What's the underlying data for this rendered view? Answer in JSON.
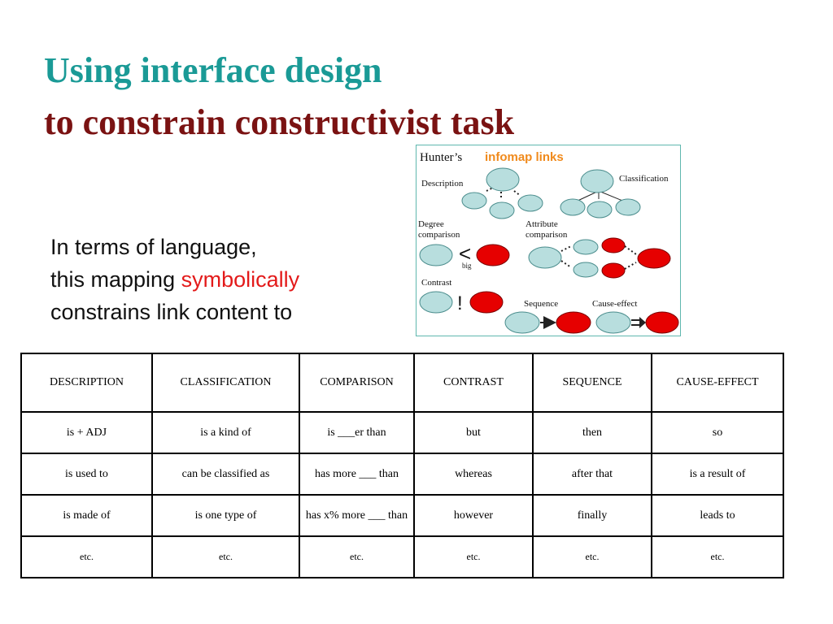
{
  "title": {
    "line1": "Using interface design",
    "line2": "to constrain constructivist task"
  },
  "body": {
    "line1": "In terms of language,",
    "line2_pre": "this mapping ",
    "line2_highlight": "symbolically",
    "line3": "constrains link content to"
  },
  "infomap": {
    "heading_pre": "Hunter’s ",
    "heading_highlight": "infomap links",
    "labels": {
      "description": "Description",
      "classification": "Classification",
      "degree_comparison_1": "Degree",
      "degree_comparison_2": "comparison",
      "attribute_comparison_1": "Attribute",
      "attribute_comparison_2": "comparison",
      "contrast": "Contrast",
      "sequence": "Sequence",
      "cause_effect": "Cause-effect",
      "less_than_symbol": "<",
      "big": "big",
      "exclamation": "!"
    },
    "colors": {
      "node_fill": "#b8dede",
      "node_red": "#e60000",
      "heading_accent": "#f08a1c",
      "frame": "#5fb7ae"
    }
  },
  "table": {
    "headers": [
      "DESCRIPTION",
      "CLASSIFICATION",
      "COMPARISON",
      "CONTRAST",
      "SEQUENCE",
      "CAUSE-EFFECT"
    ],
    "rows": [
      [
        "is + ADJ",
        "is a kind of",
        "is ___er than",
        "but",
        "then",
        "so"
      ],
      [
        "is used to",
        "can be classified as",
        "has more ___ than",
        "whereas",
        "after that",
        "is a result of"
      ],
      [
        "is made of",
        "is one type of",
        "has x% more ___ than",
        "however",
        "finally",
        "leads to"
      ],
      [
        "etc.",
        "etc.",
        "etc.",
        "etc.",
        "etc.",
        "etc."
      ]
    ]
  },
  "colors": {
    "title_teal": "#1a9a96",
    "title_maroon": "#7a1212",
    "highlight_red": "#e31a1a"
  }
}
